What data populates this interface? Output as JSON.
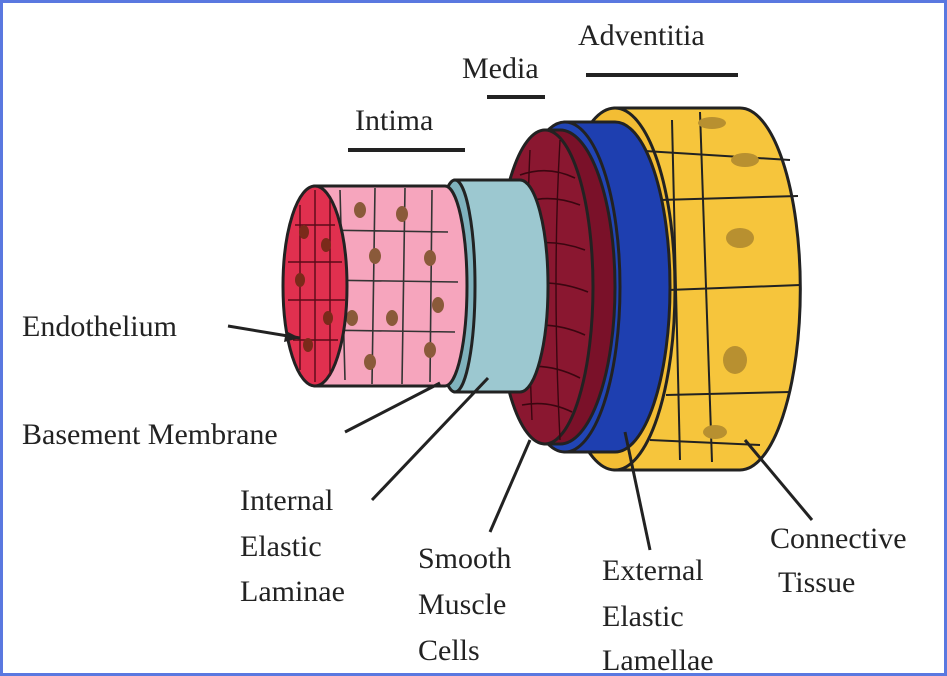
{
  "headers": {
    "intima": "Intima",
    "media": "Media",
    "adventitia": "Adventitia"
  },
  "labels": {
    "endothelium": "Endothelium",
    "basement_membrane": "Basement Membrane",
    "internal_elastic": [
      "Internal",
      "Elastic",
      "Laminae"
    ],
    "smooth_muscle": [
      "Smooth",
      "Muscle",
      "Cells"
    ],
    "external_elastic": [
      "External",
      "Elastic",
      "Lamellae"
    ],
    "connective_tissue": [
      "Connective",
      "Tissue"
    ]
  },
  "colors": {
    "frame": "#5a78e0",
    "endothelium_face": "#e0304f",
    "endothelium_cells": "#f6a5bd",
    "nucleus": "#8a5a3a",
    "basement_membrane": "#9cc8d0",
    "smooth_muscle": "#8a1730",
    "external_elastic": "#1e3fb0",
    "connective_tissue": "#f6c53c"
  }
}
